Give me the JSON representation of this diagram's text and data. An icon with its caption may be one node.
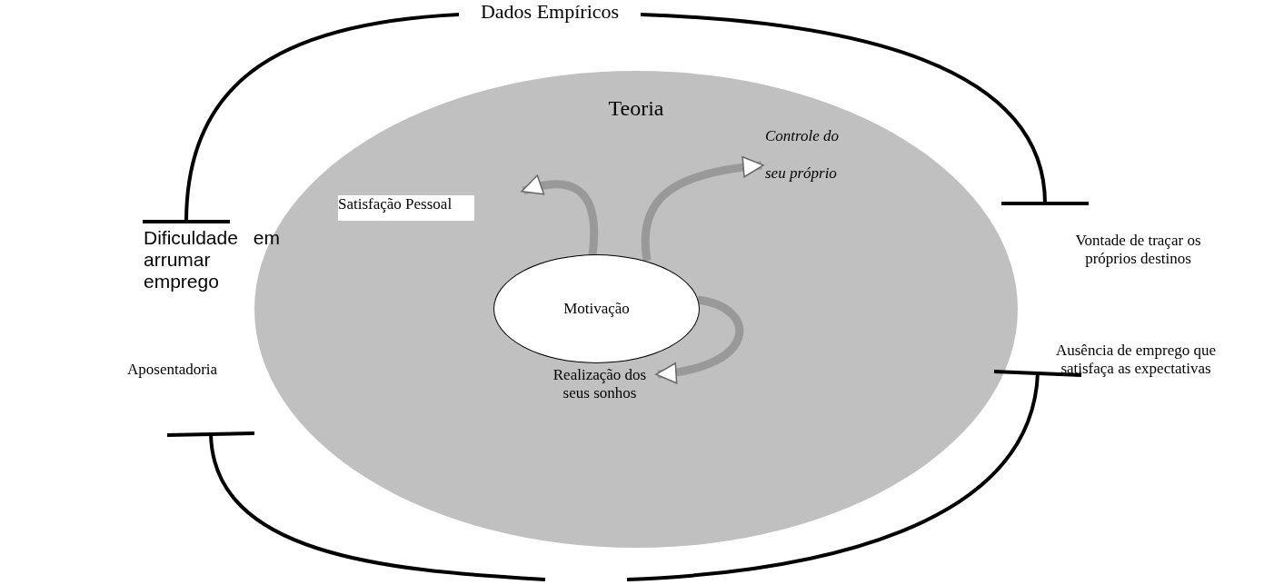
{
  "diagram": {
    "nodes": [
      {
        "text": [
          "Dados Empíricos"
        ]
      },
      {
        "text": [
          "Teoria"
        ]
      },
      {
        "text": [
          "Satisfação Pessoal"
        ],
        "in": 1
      },
      {
        "text": [
          "Controle do seu próprio"
        ],
        "in": 1
      },
      {
        "text": [
          "Dificuldade em arrumar emprego"
        ]
      },
      {
        "text": [
          "Motivação"
        ],
        "in": 1
      },
      {
        "text": [
          "Vontade de traçar os próprios destinos"
        ]
      },
      {
        "text": [
          "Realização dos seus sonhos"
        ],
        "in": 1
      },
      {
        "text": [
          "Aposentadoria"
        ]
      },
      {
        "text": [
          "Ausência de emprego que satisfaça as expectativas"
        ]
      }
    ],
    "edges": [
      {
        "from": 5,
        "to": 2,
        "arrow": "to",
        "style": "thick",
        "color": "#999999"
      },
      {
        "from": 5,
        "to": 3,
        "arrow": "to",
        "style": "thick",
        "color": "#999999"
      },
      {
        "from": 5,
        "to": 7,
        "arrow": "to",
        "style": "thick",
        "color": "#999999"
      },
      {
        "from": 4,
        "to": 0,
        "arrow": "other"
      },
      {
        "from": 6,
        "to": 0,
        "arrow": "other"
      },
      {
        "from": 8,
        "to": null,
        "arrow": "other"
      },
      {
        "from": 9,
        "to": null,
        "arrow": "other"
      }
    ]
  }
}
